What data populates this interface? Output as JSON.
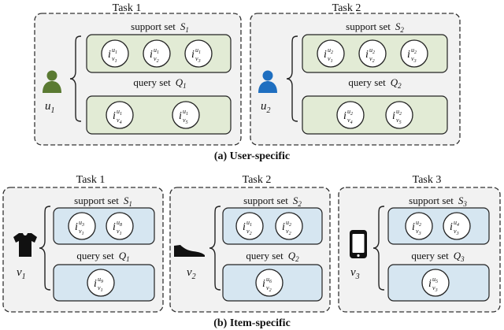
{
  "colors": {
    "task_bg": "#f2f2f2",
    "task_border": "#333333",
    "user_set_fill": "#e2ebd5",
    "item_set_fill": "#d6e6f1",
    "set_border": "#222222",
    "user1_icon": "#5a7a32",
    "user2_icon": "#1f6fc0",
    "item_icon": "#111111"
  },
  "section_a": {
    "caption": "(a) User-specific",
    "tasks": [
      {
        "title": "Task 1",
        "icon": "user-icon",
        "entity": {
          "base": "u",
          "sub": "1"
        },
        "support_label": "support set",
        "support_symbol": {
          "base": "S",
          "sub": "1"
        },
        "query_label": "query set",
        "query_symbol": {
          "base": "Q",
          "sub": "1"
        },
        "support_items": [
          {
            "sup": "u1",
            "sub": "v1"
          },
          {
            "sup": "u1",
            "sub": "v2"
          },
          {
            "sup": "u1",
            "sub": "v3"
          }
        ],
        "query_items": [
          {
            "sup": "u1",
            "sub": "v4"
          },
          {
            "sup": "u1",
            "sub": "v5"
          }
        ]
      },
      {
        "title": "Task 2",
        "icon": "user-icon",
        "entity": {
          "base": "u",
          "sub": "2"
        },
        "support_label": "support set",
        "support_symbol": {
          "base": "S",
          "sub": "2"
        },
        "query_label": "query set",
        "query_symbol": {
          "base": "Q",
          "sub": "2"
        },
        "support_items": [
          {
            "sup": "u2",
            "sub": "v1"
          },
          {
            "sup": "u2",
            "sub": "v2"
          },
          {
            "sup": "u2",
            "sub": "v3"
          }
        ],
        "query_items": [
          {
            "sup": "u2",
            "sub": "v4"
          },
          {
            "sup": "u2",
            "sub": "v5"
          }
        ]
      }
    ]
  },
  "section_b": {
    "caption": "(b) Item-specific",
    "tasks": [
      {
        "title": "Task 1",
        "icon": "tshirt-icon",
        "entity": {
          "base": "v",
          "sub": "1"
        },
        "support_label": "support set",
        "support_symbol": {
          "base": "S",
          "sub": "1"
        },
        "query_label": "query set",
        "query_symbol": {
          "base": "Q",
          "sub": "1"
        },
        "support_items": [
          {
            "sup": "u3",
            "sub": "v1"
          },
          {
            "sup": "u8",
            "sub": "v1"
          }
        ],
        "query_items": [
          {
            "sup": "u9",
            "sub": "v1"
          }
        ]
      },
      {
        "title": "Task 2",
        "icon": "shoe-icon",
        "entity": {
          "base": "v",
          "sub": "2"
        },
        "support_label": "support set",
        "support_symbol": {
          "base": "S",
          "sub": "2"
        },
        "query_label": "query set",
        "query_symbol": {
          "base": "Q",
          "sub": "2"
        },
        "support_items": [
          {
            "sup": "u1",
            "sub": "v2"
          },
          {
            "sup": "u2",
            "sub": "v2"
          }
        ],
        "query_items": [
          {
            "sup": "u6",
            "sub": "v2"
          }
        ]
      },
      {
        "title": "Task 3",
        "icon": "phone-icon",
        "entity": {
          "base": "v",
          "sub": "3"
        },
        "support_label": "support set",
        "support_symbol": {
          "base": "S",
          "sub": "3"
        },
        "query_label": "query set",
        "query_symbol": {
          "base": "Q",
          "sub": "3"
        },
        "support_items": [
          {
            "sup": "u2",
            "sub": "v3"
          },
          {
            "sup": "u4",
            "sub": "v3"
          }
        ],
        "query_items": [
          {
            "sup": "u5",
            "sub": "v3"
          }
        ]
      }
    ]
  }
}
